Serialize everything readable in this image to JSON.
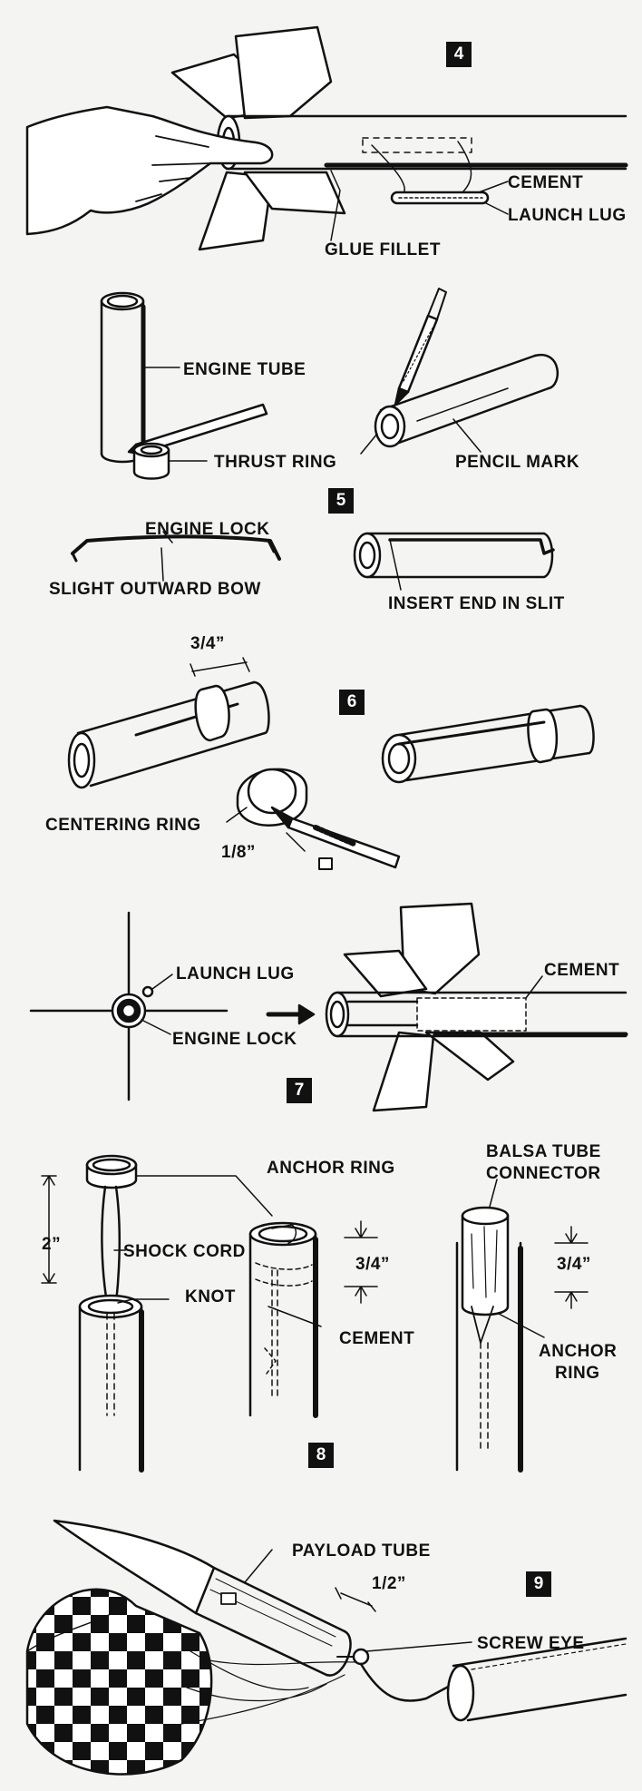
{
  "steps": {
    "s4": {
      "number": "4",
      "labels": {
        "cement": "CEMENT",
        "launch_lug": "LAUNCH LUG",
        "glue_fillet": "GLUE FILLET"
      }
    },
    "s5": {
      "number": "5",
      "labels": {
        "engine_tube": "ENGINE TUBE",
        "thrust_ring": "THRUST RING",
        "pencil_mark": "PENCIL MARK",
        "engine_lock": "ENGINE LOCK",
        "slight_outward_bow": "SLIGHT OUTWARD BOW",
        "insert_end": "INSERT END IN SLIT"
      }
    },
    "s6": {
      "number": "6",
      "labels": {
        "dim_34": "3/4”",
        "centering_ring": "CENTERING RING",
        "dim_18": "1/8”"
      }
    },
    "s7": {
      "number": "7",
      "labels": {
        "launch_lug": "LAUNCH LUG",
        "engine_lock": "ENGINE LOCK",
        "cement": "CEMENT"
      }
    },
    "s8": {
      "number": "8",
      "labels": {
        "anchor_ring": "ANCHOR RING",
        "dim_2": "2”",
        "shock_cord": "SHOCK CORD",
        "knot": "KNOT",
        "dim_34a": "3/4”",
        "cement": "CEMENT",
        "balsa_line1": "BALSA TUBE",
        "balsa_line2": "CONNECTOR",
        "dim_34b": "3/4”",
        "anchor_ring_line1": "ANCHOR",
        "anchor_ring_line2": "RING"
      }
    },
    "s9": {
      "number": "9",
      "labels": {
        "payload_tube": "PAYLOAD TUBE",
        "dim_12": "1/2”",
        "screw_eye": "SCREW EYE"
      }
    }
  },
  "colors": {
    "paper": "#f4f4f2",
    "ink": "#111111",
    "part": "#ffffff"
  }
}
